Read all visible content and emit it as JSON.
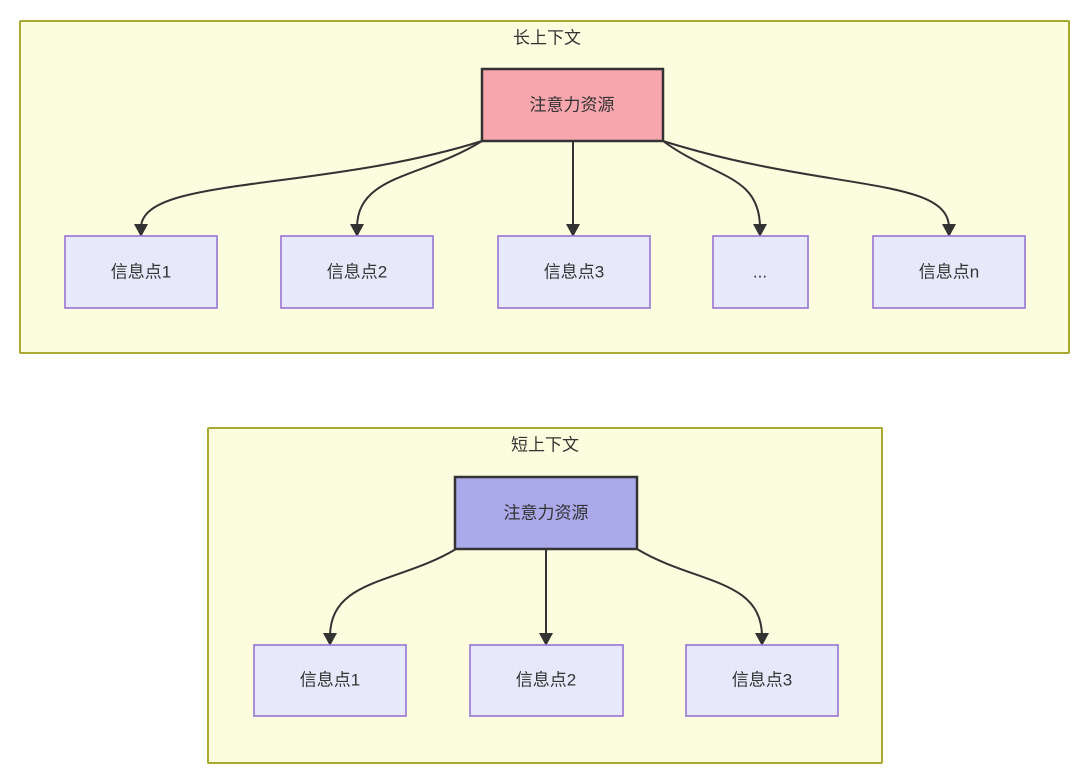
{
  "colors": {
    "page_background": "#FFFFFF",
    "container_fill": "#FCFCDE",
    "container_stroke": "#AAAA33",
    "node_fill": "#E8E8FB",
    "node_stroke": "#9C7FD6",
    "hub_stroke": "#333333",
    "edge_color": "#333333",
    "text_color": "#333333",
    "long_hub_fill": "#F7A6AE",
    "short_hub_fill": "#AAAAEB"
  },
  "diagrams": [
    {
      "title": "长上下文",
      "hub": {
        "label": "注意力资源",
        "fill": "#F7A6AE"
      },
      "nodes": [
        {
          "label": "信息点1"
        },
        {
          "label": "信息点2"
        },
        {
          "label": "信息点3"
        },
        {
          "label": "..."
        },
        {
          "label": "信息点n"
        }
      ]
    },
    {
      "title": "短上下文",
      "hub": {
        "label": "注意力资源",
        "fill": "#AAAAEB"
      },
      "nodes": [
        {
          "label": "信息点1"
        },
        {
          "label": "信息点2"
        },
        {
          "label": "信息点3"
        }
      ]
    }
  ]
}
